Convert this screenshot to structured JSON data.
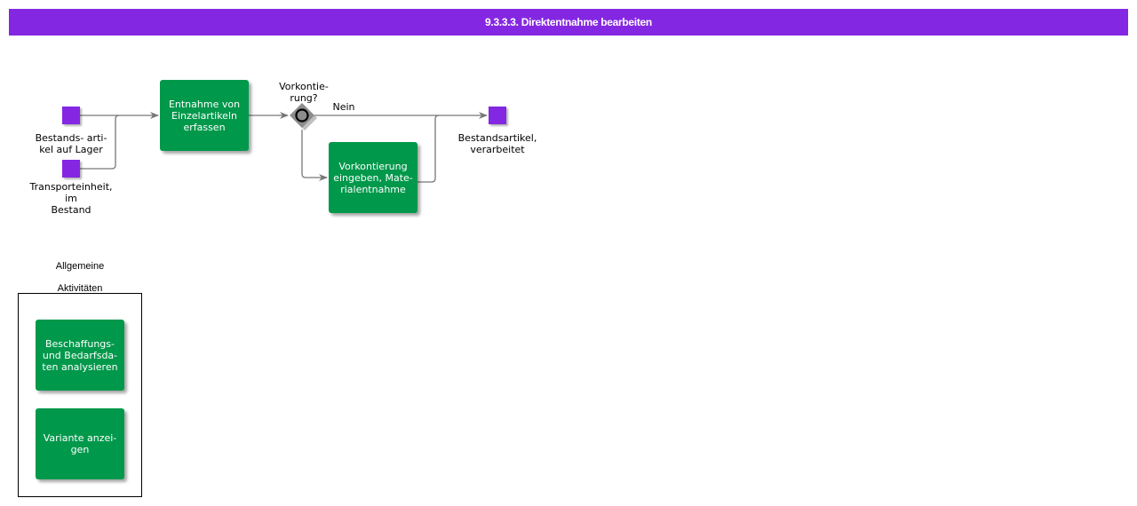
{
  "header": {
    "title": "9.3.3.3. Direktentnahme bearbeiten",
    "color": "#8427e2"
  },
  "colors": {
    "function": "#00984a",
    "event": "#8427e2",
    "connector": "#777777",
    "gateway": "#8c8c8c"
  },
  "events": [
    {
      "id": "e1",
      "label": "Bestands- arti-\nkel auf Lager"
    },
    {
      "id": "e2",
      "label": "Transporteinheit,\nim\nBestand"
    },
    {
      "id": "e3",
      "label": "Bestandsartikel,\nverarbeitet"
    }
  ],
  "functions": [
    {
      "id": "f1",
      "label": "Entnahme von\nEinzelartikeln\nerfassen"
    },
    {
      "id": "f2",
      "label": "Vorkontierung\neingeben, Mate-\nrialentnahme"
    }
  ],
  "gateway": {
    "label": "Vorkontie-\nrung?",
    "type": "OR",
    "branch_label": "Nein"
  },
  "legend": {
    "title_line1": "Allgemeine",
    "title_line2": "Aktivitäten",
    "items": [
      {
        "label": "Beschaffungs-\nund Bedarfsda-\nten analysieren"
      },
      {
        "label": "Variante anzei-\ngen"
      }
    ]
  }
}
